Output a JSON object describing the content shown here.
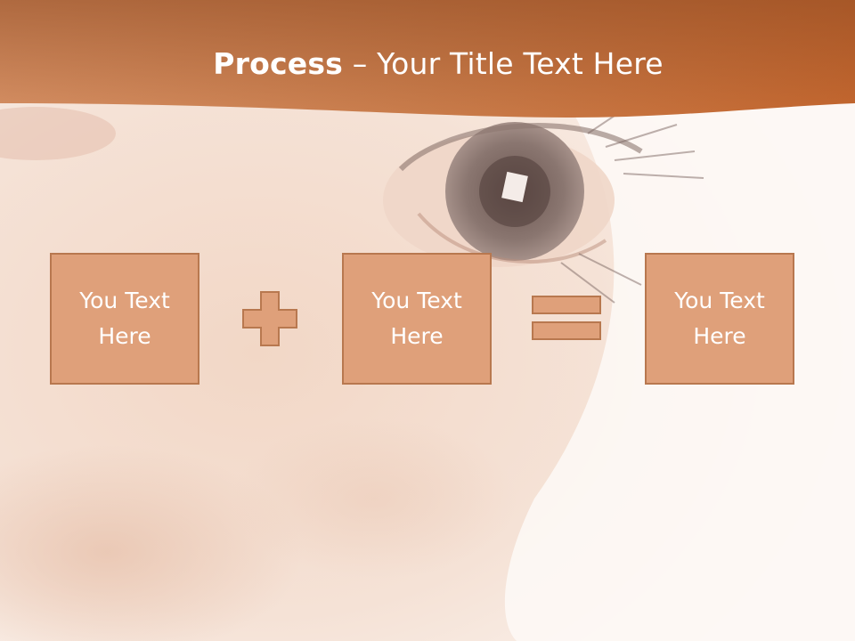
{
  "title": {
    "bold": "Process",
    "rest": " – Your Title Text Here"
  },
  "boxes": [
    {
      "label": "You Text Here"
    },
    {
      "label": "You Text Here"
    },
    {
      "label": "You Text Here"
    }
  ],
  "operators": [
    "plus-icon",
    "equals-icon"
  ],
  "colors": {
    "banner": "#c4703a",
    "box_fill": "#dfa07a",
    "box_border": "#b8784f",
    "text": "#ffffff",
    "background": "#fbf3ee"
  }
}
